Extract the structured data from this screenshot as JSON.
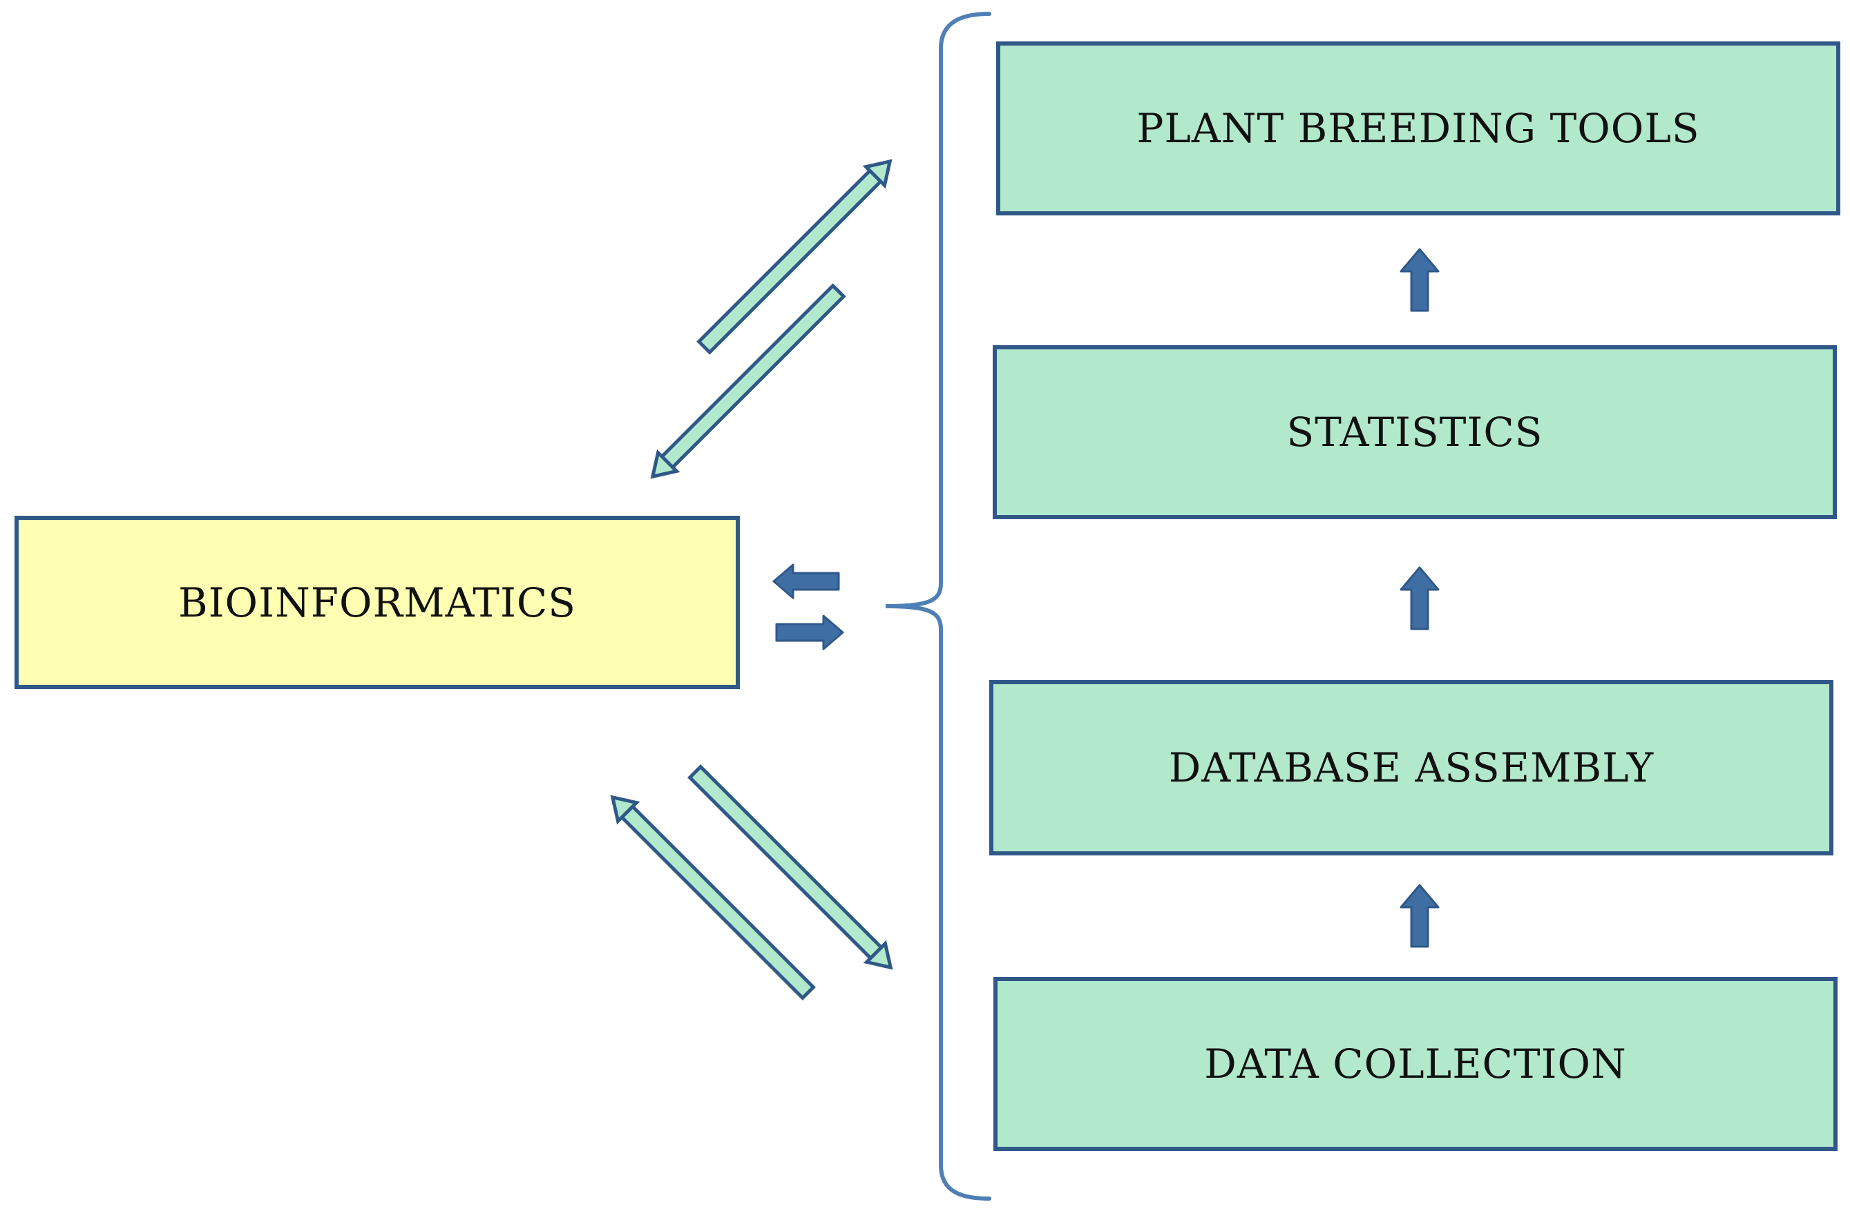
{
  "diagram": {
    "nodes": {
      "bioinformatics": {
        "label": "BIOINFORMATICS"
      },
      "plant_breeding_tools": {
        "label": "PLANT BREEDING TOOLS"
      },
      "statistics": {
        "label": "STATISTICS"
      },
      "database_assembly": {
        "label": "DATABASE ASSEMBLY"
      },
      "data_collection": {
        "label": "DATA COLLECTION"
      }
    },
    "flow": [
      "data_collection",
      "database_assembly",
      "statistics",
      "plant_breeding_tools"
    ],
    "colors": {
      "stage_fill": "#b2e8cb",
      "bioinformatics_fill": "#ffffb3",
      "border": "#2f5888",
      "arrow_fill": "#3f6ea3",
      "bracket": "#4f7fb5"
    }
  }
}
